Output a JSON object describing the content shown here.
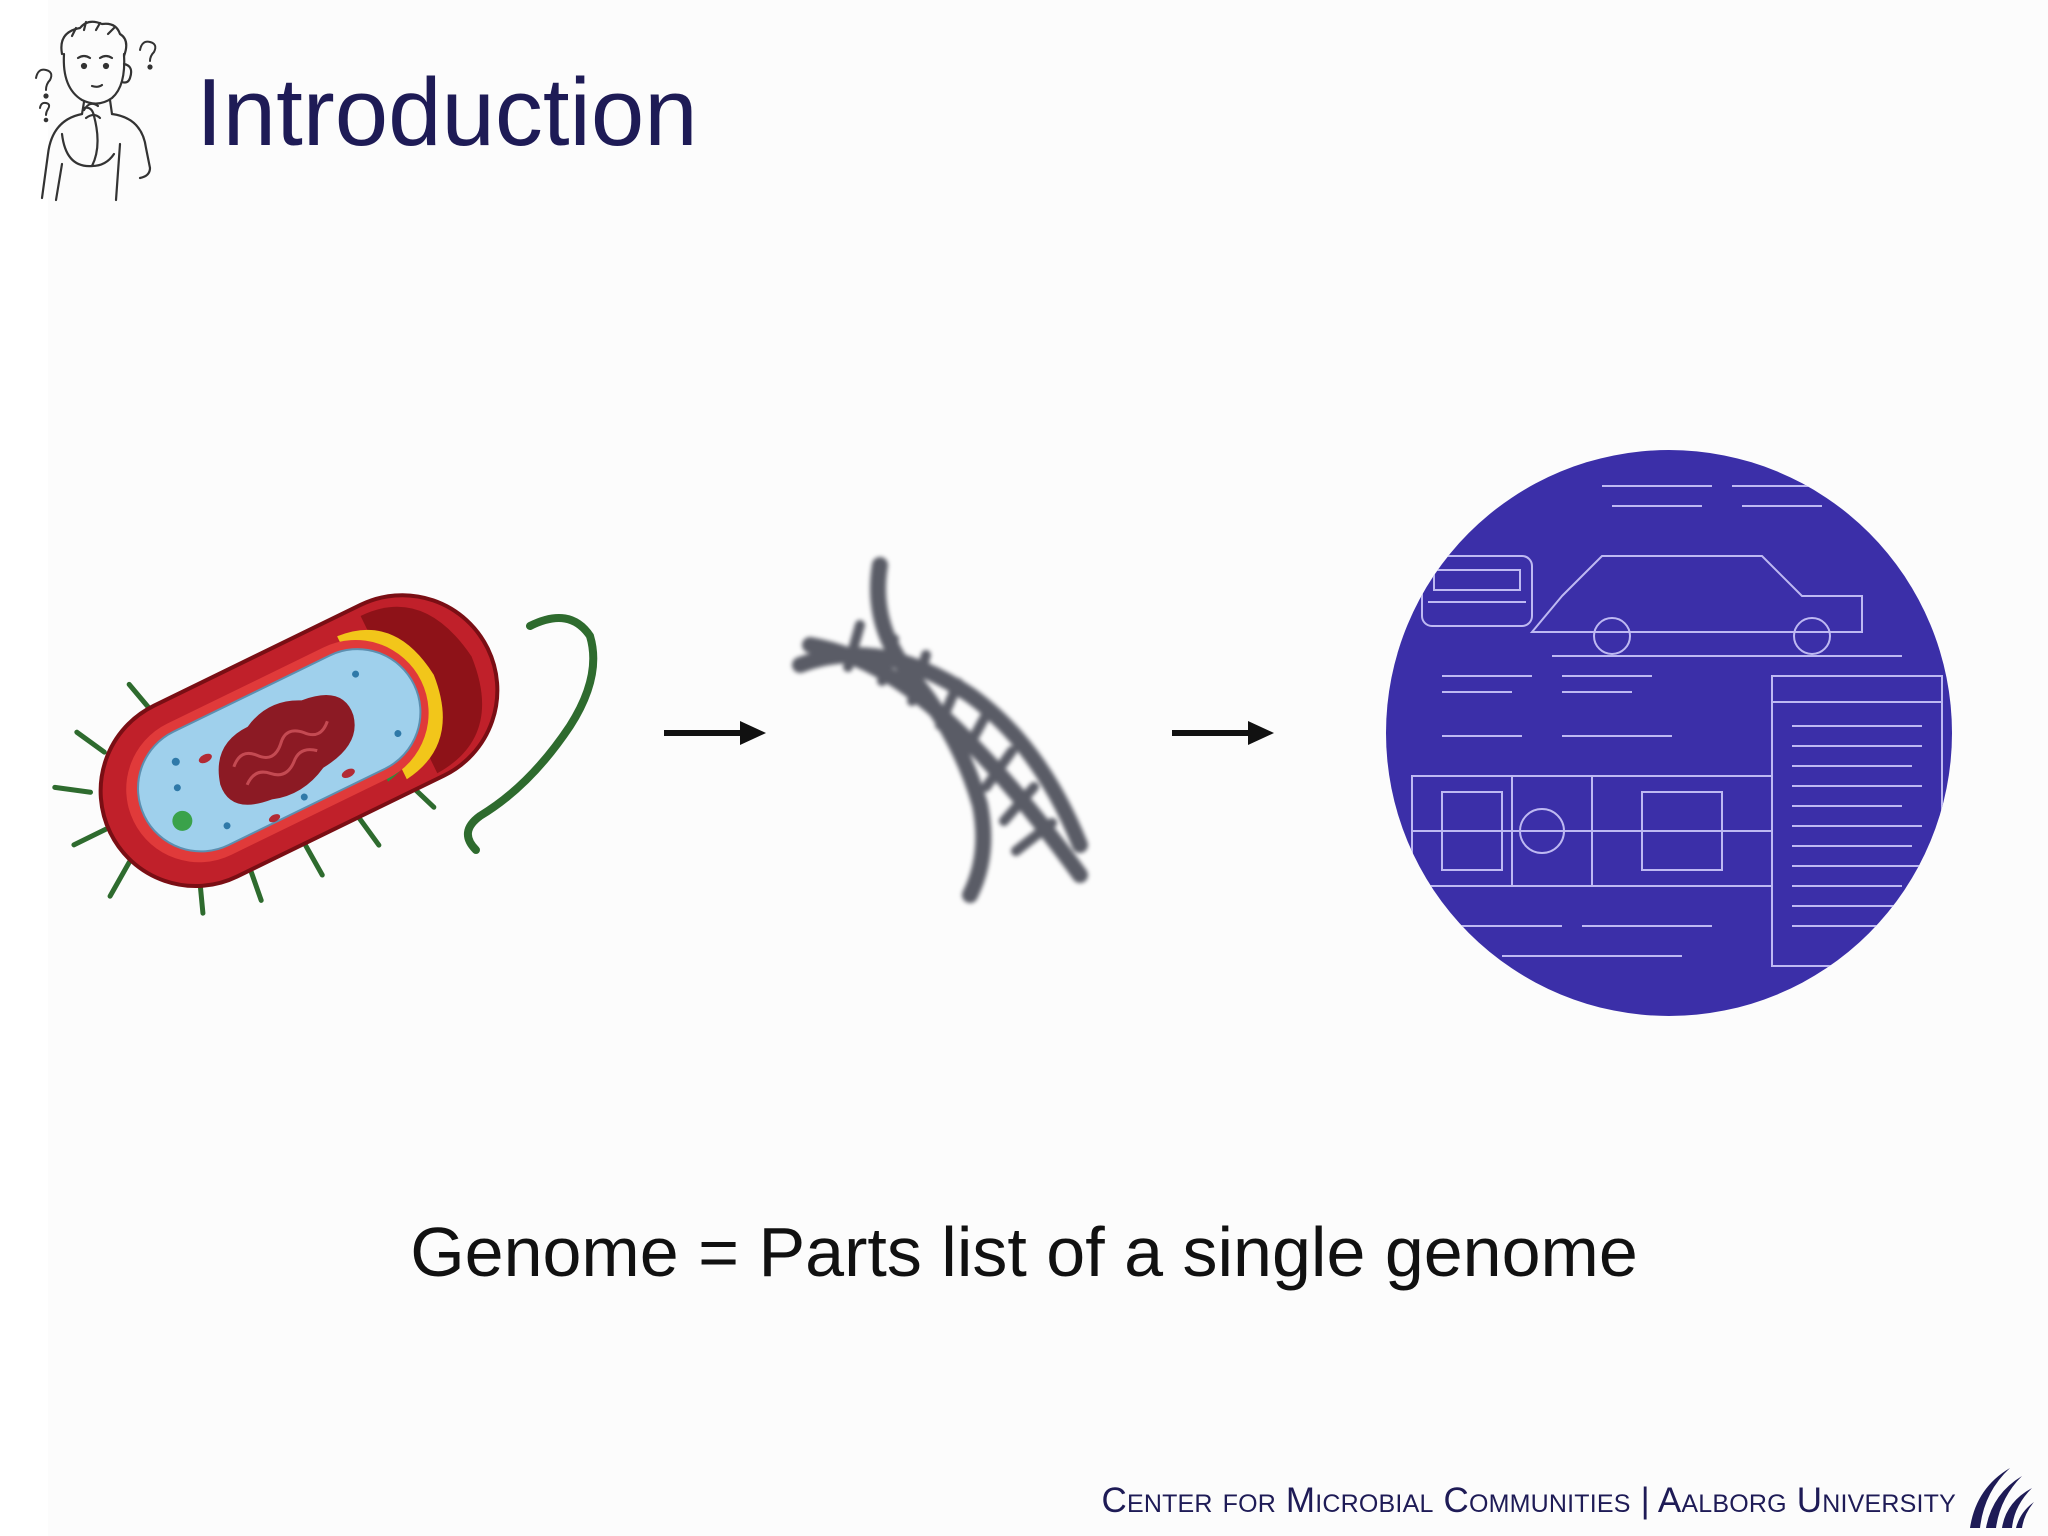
{
  "slide": {
    "title": "Introduction",
    "caption": "Genome = Parts list of a single genome",
    "footer": "Center for Microbial Communities | Aalborg University"
  },
  "colors": {
    "title": "#1e1b56",
    "caption": "#111111",
    "blueprint": "#3b2fa8",
    "cell_wall": "#c0202a",
    "cytoplasm": "#9fd0ec",
    "flagellum": "#2e7d32",
    "dna": "#5a5c66",
    "arrow": "#111111"
  },
  "icons": {
    "header": "thinking-person-icon",
    "bacterium": "bacterium-cell-icon",
    "dna": "dna-helix-icon",
    "blueprint": "blueprint-circle-icon",
    "arrow": "arrow-right-icon",
    "logo": "aalborg-university-logo"
  }
}
